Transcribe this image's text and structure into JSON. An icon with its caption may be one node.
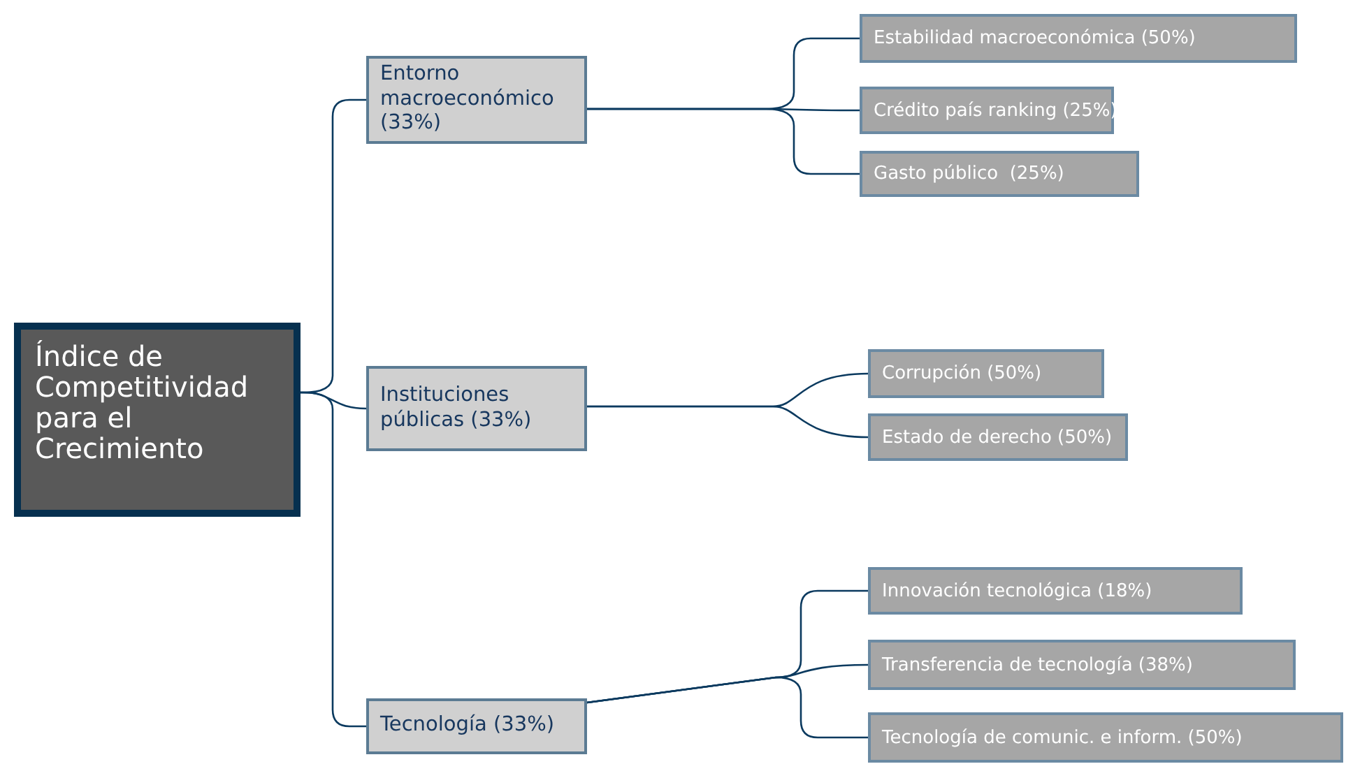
{
  "diagram": {
    "nodes": [
      {
        "text": [
          "Índice de Competitividad para el Crecimiento"
        ]
      },
      {
        "text": [
          "Entorno macroeconómico (33%)"
        ]
      },
      {
        "text": [
          "Instituciones públicas (33%)"
        ]
      },
      {
        "text": [
          "Tecnología (33%)"
        ]
      },
      {
        "text": [
          "Estabilidad macroeconómica (50%)"
        ]
      },
      {
        "text": [
          "Crédito país ranking (25%)"
        ]
      },
      {
        "text": [
          "Gasto público  (25%)"
        ]
      },
      {
        "text": [
          "Corrupción (50%)"
        ]
      },
      {
        "text": [
          "Estado de derecho (50%)"
        ]
      },
      {
        "text": [
          "Innovación tecnológica (18%)"
        ]
      },
      {
        "text": [
          "Transferencia de tecnología (38%)"
        ]
      },
      {
        "text": [
          "Tecnología de comunic. e inform. (50%)"
        ]
      }
    ],
    "edges": [
      {
        "from": 0,
        "to": 1,
        "arrow": "none"
      },
      {
        "from": 0,
        "to": 2,
        "arrow": "none"
      },
      {
        "from": 0,
        "to": 3,
        "arrow": "none"
      },
      {
        "from": 1,
        "to": 4,
        "arrow": "none"
      },
      {
        "from": 1,
        "to": 5,
        "arrow": "none"
      },
      {
        "from": 1,
        "to": 6,
        "arrow": "none"
      },
      {
        "from": 2,
        "to": 7,
        "arrow": "none"
      },
      {
        "from": 2,
        "to": 8,
        "arrow": "none"
      },
      {
        "from": 3,
        "to": 9,
        "arrow": "none"
      },
      {
        "from": 3,
        "to": 10,
        "arrow": "none"
      },
      {
        "from": 3,
        "to": 11,
        "arrow": "none"
      }
    ]
  }
}
